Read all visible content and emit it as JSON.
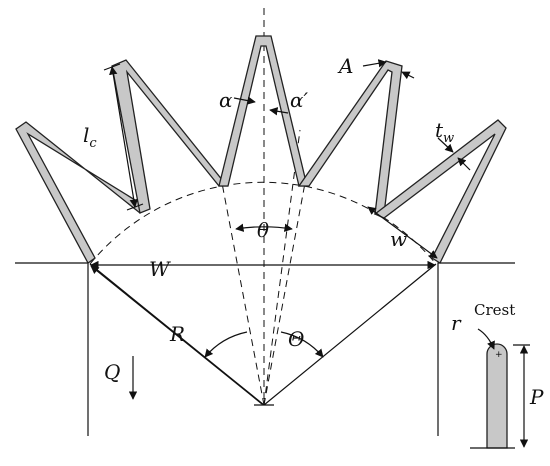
{
  "labels": {
    "A": "A",
    "lc": "l",
    "lc_sub": "c",
    "alpha": "α",
    "alpha_prime": "α′",
    "tw": "t",
    "tw_sub": "w",
    "theta": "θ",
    "w": "w",
    "W": "W",
    "R": "R",
    "Theta": "Θ",
    "Q": "Q",
    "r": "r",
    "crest": "Crest",
    "P": "P"
  }
}
